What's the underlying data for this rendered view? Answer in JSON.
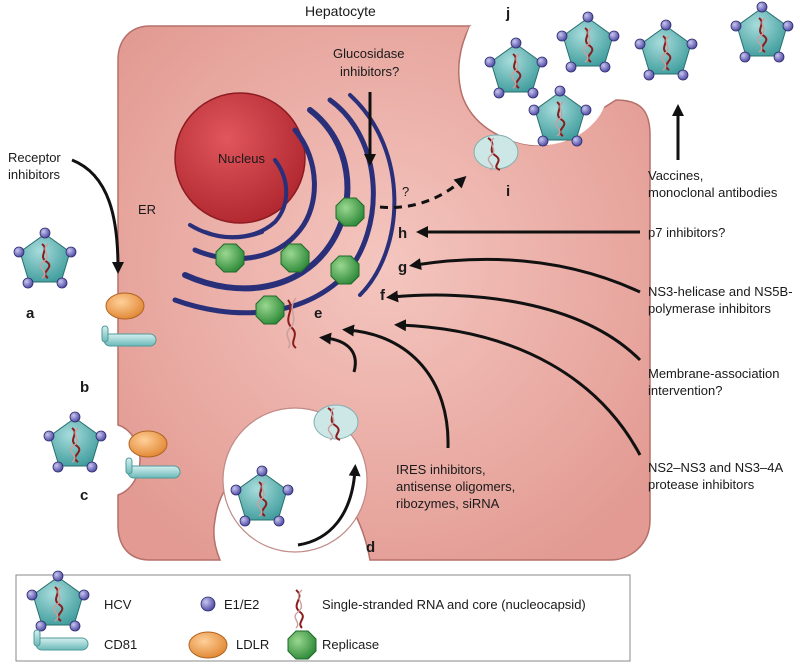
{
  "diagram": {
    "title": "Hepatocyte",
    "nucleus": "Nucleus",
    "er": "ER",
    "unknown_mark": "?",
    "steps": {
      "a": "a",
      "b": "b",
      "c": "c",
      "d": "d",
      "e": "e",
      "f": "f",
      "g": "g",
      "h": "h",
      "i": "i",
      "j": "j"
    },
    "labels": {
      "glucosidase_1": "Glucosidase",
      "glucosidase_2": "inhibitors?",
      "receptor_1": "Receptor",
      "receptor_2": "inhibitors",
      "vaccines_1": "Vaccines,",
      "vaccines_2": "monoclonal antibodies",
      "p7": "p7 inhibitors?",
      "ns3_1": "NS3-helicase and NS5B-",
      "ns3_2": "polymerase inhibitors",
      "membrane_1": "Membrane-association",
      "membrane_2": "intervention?",
      "ns2_1": "NS2–NS3 and NS3–4A",
      "ns2_2": "protease inhibitors",
      "ires_1": "IRES inhibitors,",
      "ires_2": "antisense oligomers,",
      "ires_3": "ribozymes, siRNA"
    },
    "legend": {
      "hcv": "HCV",
      "e1e2": "E1/E2",
      "rna": "Single-stranded RNA and core (nucleocapsid)",
      "cd81": "CD81",
      "ldlr": "LDLR",
      "replicase": "Replicase"
    },
    "colors": {
      "cell": "#e8a8a0",
      "nucleus": "#c8343c",
      "er": "#2a2f7a",
      "virion": "#5fb3b3",
      "envelope_protein": "#7b78c4",
      "replicase": "#3fa34a",
      "ldlr": "#f0a050",
      "cd81": "#8fcfcf",
      "rna": "#8b1c1c"
    }
  }
}
